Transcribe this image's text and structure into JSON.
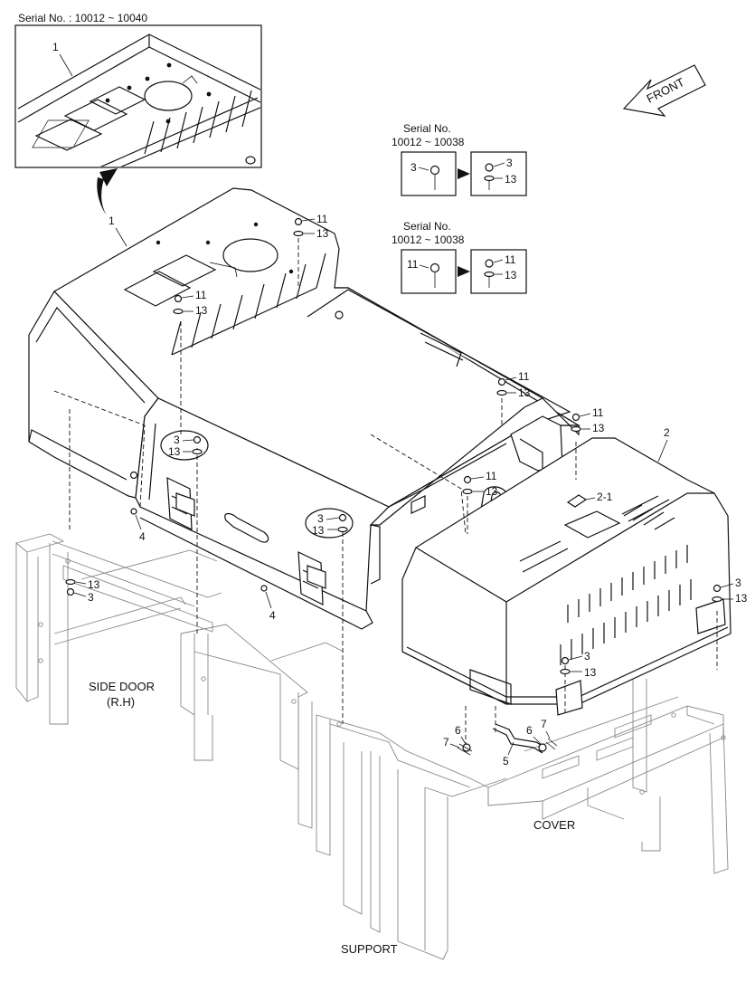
{
  "serial_main": "Serial No. : 10012 ~ 10040",
  "serial_box_a_line1": "Serial No.",
  "serial_box_a_line2": "10012 ~ 10038",
  "serial_box_b_line1": "Serial No.",
  "serial_box_b_line2": "10012 ~ 10038",
  "front_label": "FRONT",
  "side_door_line1": "SIDE DOOR",
  "side_door_line2": "(R.H)",
  "cover_label": "COVER",
  "support_label": "SUPPORT",
  "parts": {
    "p1": "1",
    "p2": "2",
    "p2_1": "2-1",
    "p3": "3",
    "p4": "4",
    "p5": "5",
    "p6": "6",
    "p7": "7",
    "p11": "11",
    "p13": "13"
  },
  "icons": [
    "front-arrow-icon",
    "replacement-arrow-icon",
    "bolt-icon",
    "washer-icon"
  ]
}
